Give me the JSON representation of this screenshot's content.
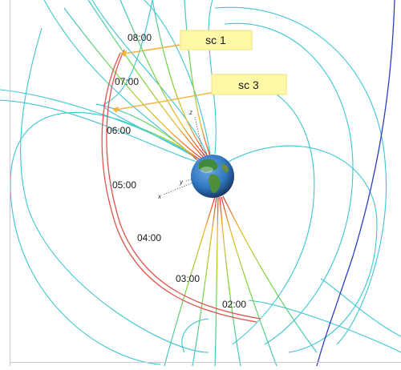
{
  "orbit_times": [
    "08:00",
    "07:00",
    "06:00",
    "05:00",
    "04:00",
    "03:00",
    "02:00"
  ],
  "spacecraft": [
    {
      "label": "sc 1"
    },
    {
      "label": "sc 3"
    }
  ],
  "axes": {
    "z": "z",
    "y": "y",
    "x": "x"
  },
  "colors": {
    "field_line": "#3cc6d2",
    "orbit": "#e0524c",
    "magnetopause": "#2c3ec4",
    "label_box": "#fdf7a6",
    "marker": "#f3b23a",
    "ocean": "#2f78c2",
    "land": "#3f8a3b"
  }
}
